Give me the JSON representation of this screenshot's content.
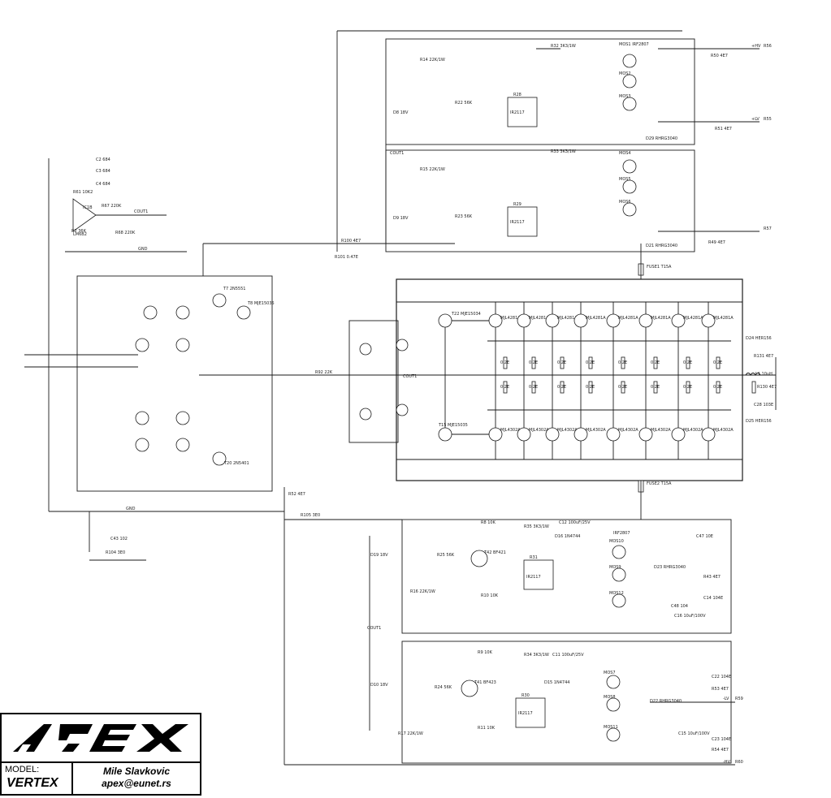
{
  "title_block": {
    "brand": "APEX",
    "model_label": "MODEL:",
    "model_value": "VERTEX",
    "author": "Mile Slavkovic",
    "email": "apex@eunet.rs"
  },
  "colors": {
    "line": "#1a1a1a",
    "background": "#ffffff",
    "label": "#222222"
  },
  "labels": {
    "r56": "R56",
    "r55": "R55",
    "r57": "R57",
    "r59": "R59",
    "r60": "R60",
    "plus_hv": "+HV",
    "plus_lv": "+LV",
    "minus_hv": "-HV",
    "minus_lv": "-LV",
    "ir2117_1": "IR2117",
    "ir2117_2": "IR2117",
    "ir2117_3": "IR2117",
    "ir2117_4": "IR2117",
    "r28": "R28",
    "r29": "R29",
    "r31": "R31",
    "r30": "R30",
    "mos1": "MOS1 IRF2807",
    "mos2": "MOS2",
    "mos3": "MOS3",
    "mos4": "MOS4",
    "mos5": "MOS5",
    "mos6": "MOS6",
    "mos10": "MOS10",
    "mos9": "MOS9",
    "mos12": "MOS12",
    "mos7": "MOS7",
    "mos8": "MOS8",
    "mos11": "MOS11",
    "irf2807": "IRF2807",
    "d29": "D29 RHRG3040",
    "d21": "D21 RHRG3040",
    "d23": "D23 RHRG3040",
    "d22": "D22 RHRG3040",
    "fuse1": "FUSE1 T15A",
    "fuse2": "FUSE2 T15A",
    "cout1a": "COUT1",
    "cout1b": "COUT1",
    "cout1c": "COUT1",
    "cout1d": "COUT1",
    "ic1b": "IC1B",
    "lm6b": "LM6B2",
    "gnd_a": "GND",
    "gnd_b": "GND",
    "r61": "R61 10K2",
    "r67": "R67 220K",
    "r68": "R68 220K",
    "c2": "C2 684",
    "c3": "C3 684",
    "c4": "C4 684",
    "r2": "R2 36K",
    "l1": "L1 10uH",
    "r130": "R130 4E7",
    "r131": "R131 4E7",
    "c28": "C28 103E",
    "d24": "D24 HER156",
    "d25": "D25 HER156",
    "r_val_02e": "0.2E",
    "mjl4281a": "MJL4281A",
    "mjl4302a": "MJL4302A",
    "t22": "T22 MJE15034",
    "t15": "T15 MJE15035",
    "t7": "T7 2N5551",
    "t8": "T8 MJE15035",
    "t20": "T20 2N5401",
    "r92": "R92 22K",
    "r105": "R105 3E0",
    "r52": "R52 4E7",
    "r100": "R100 4E7",
    "r101": "R101 0.47E",
    "c43": "C43 102",
    "r104": "R104 3E0",
    "t42": "T42 BF421",
    "t41": "T41 BF423",
    "r34": "R34 3K3/1W",
    "r35": "R35 3K3/1W",
    "r32": "R32 3K3/1W",
    "r33": "R33 3K3/1W",
    "c12": "C12 100uF/25V",
    "c11": "C11 100uF/25V",
    "d16": "D16 1N4744",
    "d15": "D15 1N4744",
    "r14": "R14 22K/1W",
    "r15": "R15 22K/1W",
    "r16": "R16 22K/1W",
    "r17": "R17 22K/1W",
    "r22": "R22 56K",
    "r23": "R23 56K",
    "r24": "R24 56K",
    "r25": "R25 56K",
    "d8": "D8 18V",
    "d9": "D9 18V",
    "d10": "D10 18V",
    "d19": "D19 18V",
    "c47": "C47 10E",
    "c48": "C48 104",
    "c14": "C14 104E",
    "r43": "R43 4E7",
    "r49": "R49 4E7",
    "r50": "R50 4E7",
    "r51": "R51 4E7",
    "c16": "C16 10uF/100V",
    "c15": "C15 10uF/100V",
    "r8": "R8 10K",
    "r9": "R9 10K",
    "r10": "R10 10K",
    "r11": "R11 10K",
    "c22": "C22 104E",
    "c23": "C23 104E",
    "r53": "R53 4E7",
    "r54": "R54 4E7"
  }
}
